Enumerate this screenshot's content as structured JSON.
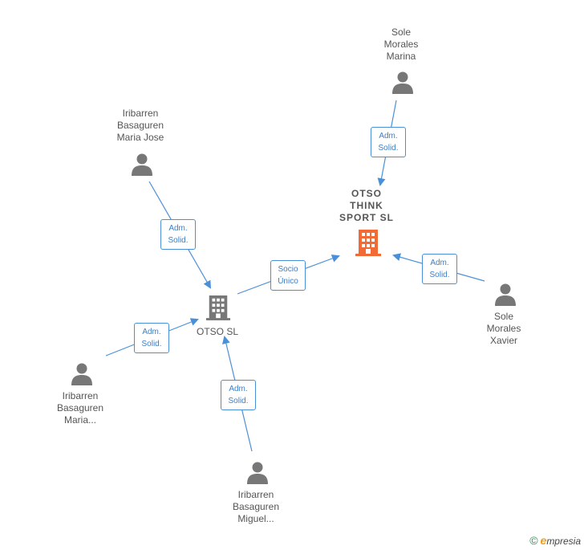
{
  "nodes": {
    "otso_think_sport": {
      "lines": [
        "OTSO",
        "THINK",
        "SPORT  SL"
      ],
      "type": "company",
      "highlight": true
    },
    "otso_sl": {
      "lines": [
        "OTSO SL"
      ],
      "type": "company",
      "highlight": false
    },
    "sole_morales_marina": {
      "lines": [
        "Sole",
        "Morales",
        "Marina"
      ],
      "type": "person"
    },
    "iribarren_maria_jose": {
      "lines": [
        "Iribarren",
        "Basaguren",
        "Maria Jose"
      ],
      "type": "person"
    },
    "sole_morales_xavier": {
      "lines": [
        "Sole",
        "Morales",
        "Xavier"
      ],
      "type": "person"
    },
    "iribarren_maria": {
      "lines": [
        "Iribarren",
        "Basaguren",
        "Maria..."
      ],
      "type": "person"
    },
    "iribarren_miguel": {
      "lines": [
        "Iribarren",
        "Basaguren",
        "Miguel..."
      ],
      "type": "person"
    }
  },
  "edges": [
    {
      "from": "sole_morales_marina",
      "to": "otso_think_sport",
      "label": [
        "Adm.",
        "Solid."
      ]
    },
    {
      "from": "iribarren_maria_jose",
      "to": "otso_sl",
      "label": [
        "Adm.",
        "Solid."
      ]
    },
    {
      "from": "otso_sl",
      "to": "otso_think_sport",
      "label": [
        "Socio",
        "Único"
      ]
    },
    {
      "from": "sole_morales_xavier",
      "to": "otso_think_sport",
      "label": [
        "Adm.",
        "Solid."
      ]
    },
    {
      "from": "iribarren_maria",
      "to": "otso_sl",
      "label": [
        "Adm.",
        "Solid."
      ]
    },
    {
      "from": "iribarren_miguel",
      "to": "otso_sl",
      "label": [
        "Adm.",
        "Solid."
      ]
    }
  ],
  "colors": {
    "edge": "#4a90d9",
    "person_icon": "#777777",
    "company_icon": "#777777",
    "company_highlight": "#f26a35"
  },
  "footer": {
    "copyright": "©",
    "brand_initial": "e",
    "brand_rest": "mpresia"
  }
}
